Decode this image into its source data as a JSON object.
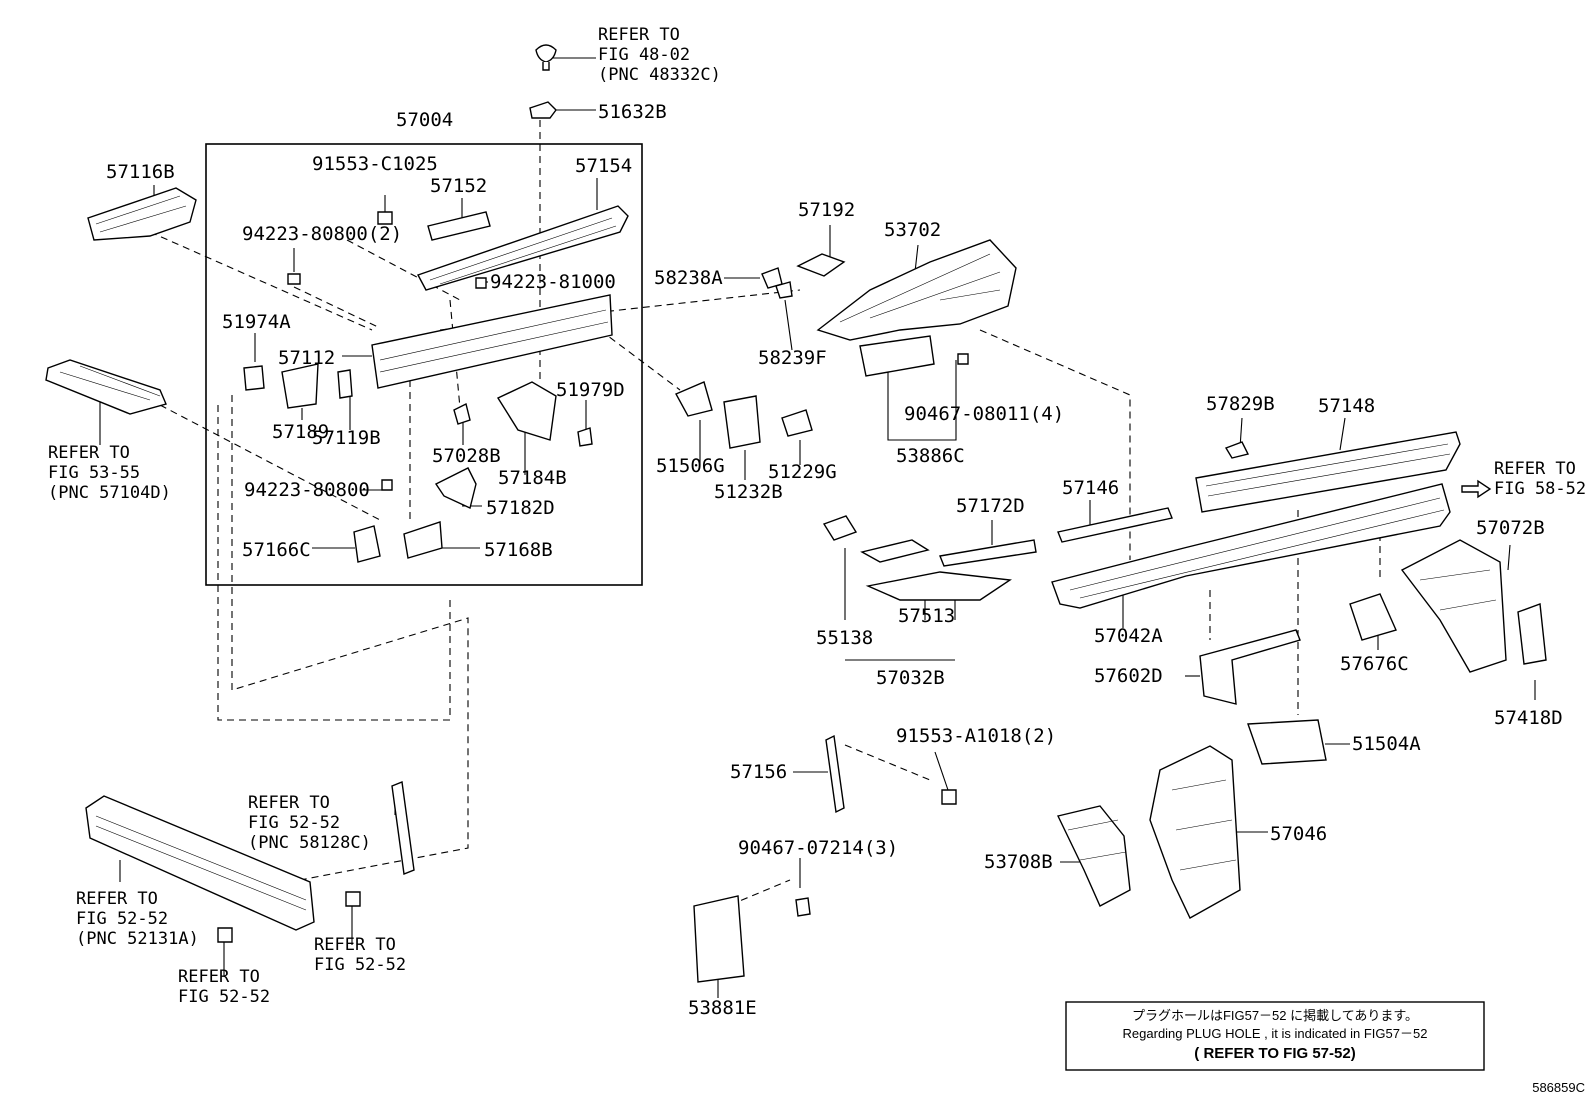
{
  "diagram": {
    "assembly_label": "57004",
    "figure_code": "586859C"
  },
  "parts": {
    "p57116B": "57116B",
    "p91553C1025": "91553-C1025",
    "p57152": "57152",
    "p57154": "57154",
    "p94223_80800_2": "94223-80800(2)",
    "p94223_81000": "94223-81000",
    "p51974A": "51974A",
    "p57112": "57112",
    "p57189": "57189",
    "p57119B": "57119B",
    "p57028B": "57028B",
    "p57184B": "57184B",
    "p51979D": "51979D",
    "p94223_80800": "94223-80800",
    "p57182D": "57182D",
    "p57166C": "57166C",
    "p57168B": "57168B",
    "p51632B": "51632B",
    "p57192": "57192",
    "p53702": "53702",
    "p58238A": "58238A",
    "p58239F": "58239F",
    "p90467_08011_4": "90467-08011(4)",
    "p53886C": "53886C",
    "p51506G": "51506G",
    "p51232B": "51232B",
    "p51229G": "51229G",
    "p57829B": "57829B",
    "p57148": "57148",
    "p57146": "57146",
    "p57172D": "57172D",
    "p57072B": "57072B",
    "p55138": "55138",
    "p57513": "57513",
    "p57032B": "57032B",
    "p57042A": "57042A",
    "p57602D": "57602D",
    "p57676C": "57676C",
    "p57418D": "57418D",
    "p91553_A1018_2": "91553-A1018(2)",
    "p57156": "57156",
    "p51504A": "51504A",
    "p57046": "57046",
    "p53708B": "53708B",
    "p90467_07214_3": "90467-07214(3)",
    "p53881E": "53881E"
  },
  "refs": {
    "r48": [
      "REFER TO",
      "FIG 48-02",
      "(PNC 48332C)"
    ],
    "r5355": [
      "REFER TO",
      "FIG 53-55",
      "(PNC 57104D)"
    ],
    "r5852": [
      "REFER TO",
      "FIG 58-52"
    ],
    "r52_58128": [
      "REFER TO",
      "FIG 52-52",
      "(PNC 58128C)"
    ],
    "r52_52131": [
      "REFER TO",
      "FIG 52-52",
      "(PNC 52131A)"
    ],
    "r52_a": [
      "REFER TO",
      "FIG 52-52"
    ],
    "r52_b": [
      "REFER TO",
      "FIG 52-52"
    ]
  },
  "note": {
    "line1": "プラグホールはFIG57－52 に掲載してあります。",
    "line2": "Regarding  PLUG HOLE , it is  indicated  in  FIG57－52",
    "line3": "( REFER  TO  FIG  57-52)"
  }
}
